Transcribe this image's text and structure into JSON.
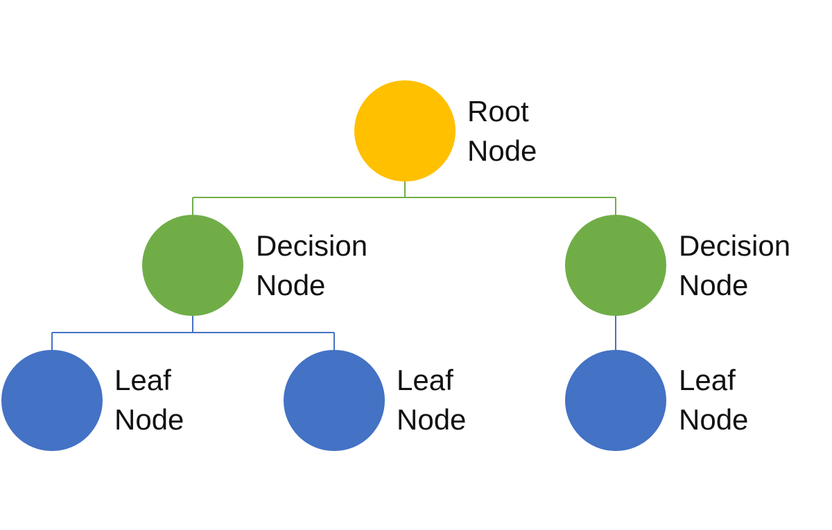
{
  "colors": {
    "root": "#FFC000",
    "decision": "#70AD47",
    "leaf": "#4472C4",
    "connector_green": "#70AD47",
    "connector_blue": "#4472C4",
    "text": "#111111"
  },
  "nodes": {
    "root": {
      "line1": "Root",
      "line2": "Node"
    },
    "decision_left": {
      "line1": "Decision",
      "line2": "Node"
    },
    "decision_right": {
      "line1": "Decision",
      "line2": "Node"
    },
    "leaf_1": {
      "line1": "Leaf",
      "line2": "Node"
    },
    "leaf_2": {
      "line1": "Leaf",
      "line2": "Node"
    },
    "leaf_3": {
      "line1": "Leaf",
      "line2": "Node"
    }
  }
}
